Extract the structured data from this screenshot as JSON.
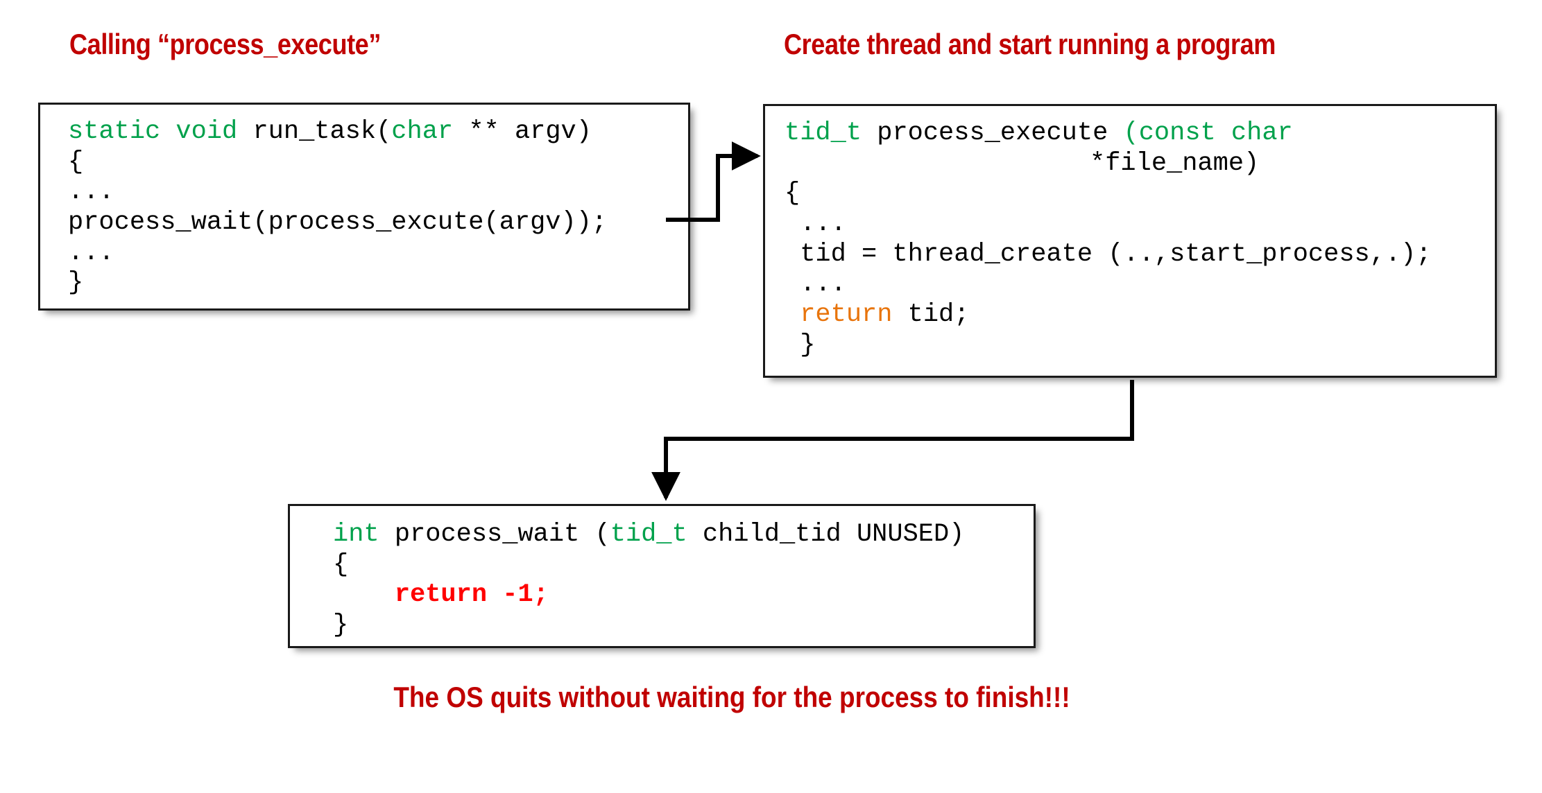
{
  "headings": {
    "left": "Calling “process_execute”",
    "right": "Create thread and start running a program"
  },
  "colors": {
    "heading_red": "#C00000",
    "keyword_green": "#00A14B",
    "return_orange": "#E8740C",
    "return_red": "#FF0000",
    "code_text": "#000000",
    "box_border": "#1A1A1A",
    "background": "#FFFFFF"
  },
  "boxes": {
    "run_task": {
      "title": "run_task source",
      "lines": [
        {
          "segments": [
            {
              "text": "static void",
              "style": "green"
            },
            {
              "text": " run_task(",
              "style": "plain"
            },
            {
              "text": "char",
              "style": "green"
            },
            {
              "text": " ** argv)",
              "style": "plain"
            }
          ]
        },
        {
          "segments": [
            {
              "text": "{",
              "style": "plain"
            }
          ]
        },
        {
          "segments": [
            {
              "text": "...",
              "style": "plain"
            }
          ]
        },
        {
          "segments": [
            {
              "text": "process_wait(process_excute(argv));",
              "style": "plain"
            }
          ]
        },
        {
          "segments": [
            {
              "text": "...",
              "style": "plain"
            }
          ]
        },
        {
          "segments": [
            {
              "text": "}",
              "style": "plain"
            }
          ]
        }
      ]
    },
    "process_execute": {
      "title": "process_execute source",
      "lines": [
        {
          "segments": [
            {
              "text": "tid_t",
              "style": "green"
            },
            {
              "text": " process_execute ",
              "style": "plain"
            },
            {
              "text": "(const char",
              "style": "green"
            }
          ]
        },
        {
          "indent": true,
          "segments": [
            {
              "text": "*file_name)",
              "style": "plain"
            }
          ]
        },
        {
          "segments": [
            {
              "text": "{",
              "style": "plain"
            }
          ]
        },
        {
          "segments": [
            {
              "text": " ...",
              "style": "plain"
            }
          ]
        },
        {
          "segments": [
            {
              "text": " tid = thread_create (..,start_process,.);",
              "style": "plain"
            }
          ]
        },
        {
          "segments": [
            {
              "text": " ...",
              "style": "plain"
            }
          ]
        },
        {
          "segments": [
            {
              "text": " return",
              "style": "orange"
            },
            {
              "text": " tid;",
              "style": "plain"
            }
          ]
        },
        {
          "segments": [
            {
              "text": " }",
              "style": "plain"
            }
          ]
        }
      ]
    },
    "process_wait": {
      "title": "process_wait source",
      "lines": [
        {
          "segments": [
            {
              "text": "int",
              "style": "green"
            },
            {
              "text": " process_wait (",
              "style": "plain"
            },
            {
              "text": "tid_t",
              "style": "green"
            },
            {
              "text": " child_tid UNUSED)",
              "style": "plain"
            }
          ]
        },
        {
          "segments": [
            {
              "text": "{",
              "style": "plain"
            }
          ]
        },
        {
          "segments": [
            {
              "text": "    return -1;",
              "style": "red"
            }
          ]
        },
        {
          "segments": [
            {
              "text": "}",
              "style": "plain"
            }
          ]
        }
      ]
    }
  },
  "caption": "The OS quits without waiting for the process to finish!!!",
  "connectors": [
    {
      "name": "run-task-to-process-execute",
      "from": "run_task",
      "to": "process_execute"
    },
    {
      "name": "process-execute-to-process-wait",
      "from": "process_execute",
      "to": "process_wait"
    }
  ]
}
